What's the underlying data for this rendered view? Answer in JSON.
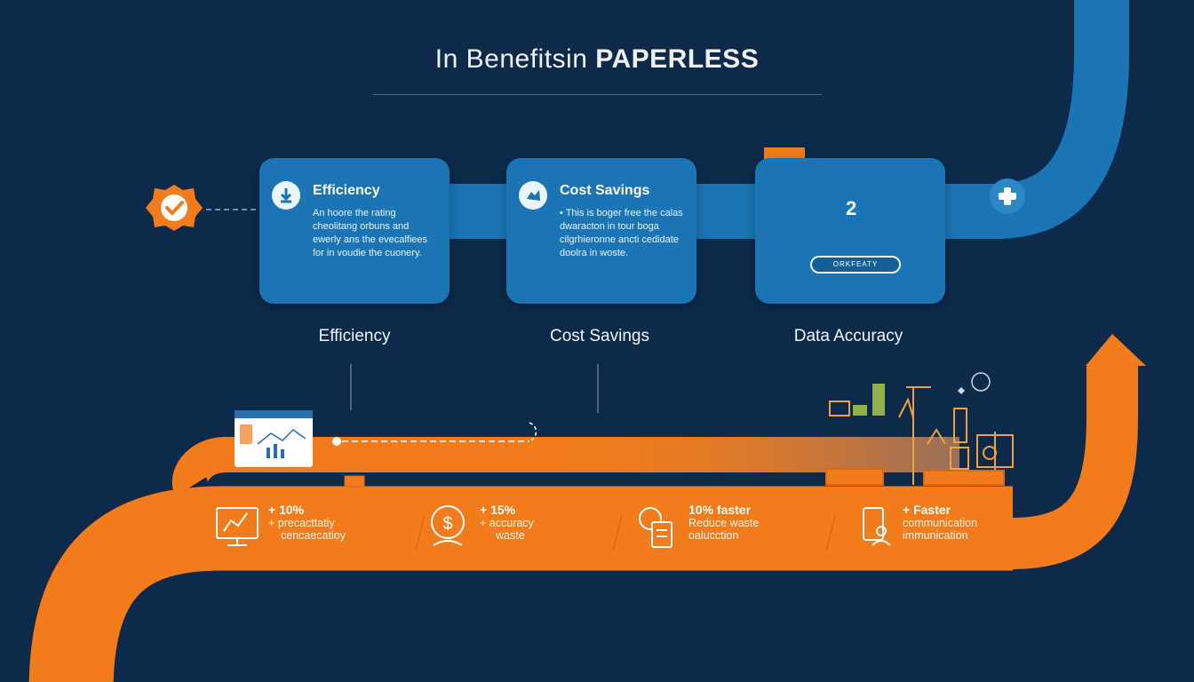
{
  "header": {
    "title_prefix": "In Benefitsin ",
    "title_emphasis": "PAPERLESS"
  },
  "cards": [
    {
      "title": "Efficiency",
      "body": "An hoore the rating cheolitang orbuns and ewerly ans the evecalfiees for in voudie the cuonery.",
      "icon": "download-icon"
    },
    {
      "title": "Cost Savings",
      "body": "• This is boger free the calas dwaracton in tour boga cilgrhieronne ancti cedidate doolra in woste.",
      "icon": "puzzle-icon"
    },
    {
      "title": "",
      "body": "",
      "icon": "dashboard-icon"
    }
  ],
  "accuracy_card": {
    "number": "2",
    "badge": "ORKFEATY"
  },
  "step_labels": [
    "Efficiency",
    "Cost Savings",
    "Data Accuracy"
  ],
  "metrics": [
    {
      "line1": "+ 10%",
      "line2": "+  precacttatiy",
      "line3": "cencaecatioy",
      "icon": "monitor-chart-icon"
    },
    {
      "line1": "+ 15%",
      "line2": "+  accuracy",
      "line3": "waste",
      "icon": "dollar-icon"
    },
    {
      "line1": "10% faster",
      "line2": "Reduce waste",
      "line3": "oalucction",
      "icon": "document-clock-icon"
    },
    {
      "line1": "+ Faster",
      "line2": "communication",
      "line3": "immunication",
      "icon": "person-phone-icon"
    }
  ],
  "colors": {
    "background": "#0d2a4b",
    "blue_path": "#1b75b4",
    "orange_path": "#f27c1c",
    "card": "#1b75b4",
    "ribbon": "#f27c1c"
  }
}
